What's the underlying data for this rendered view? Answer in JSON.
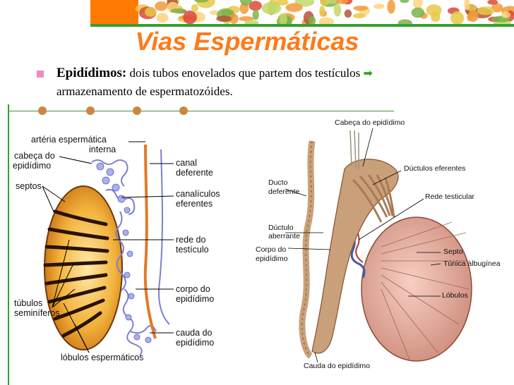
{
  "slide": {
    "title": "Vias Espermáticas",
    "bullet_term": "Epidídimos:",
    "bullet_text": "dois tubos enovelados que partem dos testículos",
    "bullet_text_line2": "armazenamento de espermatozóides.",
    "arrow_glyph": "➡"
  },
  "left_figure": {
    "labels": {
      "arteria": "artéria espermática",
      "interna": "interna",
      "cabeca": "cabeça do",
      "epididimo1": "epidídimo",
      "septos": "septos",
      "tubulos": "túbulos",
      "seminiferos": "seminíferos",
      "lobulos": "lóbulos espermáticos",
      "canal": "canal",
      "deferente": "deferente",
      "canaliculos": "canalículos",
      "eferentes": "eferentes",
      "rede": "rede do",
      "testiculo": "testículo",
      "corpo": "corpo do",
      "epididimo2": "epidídimo",
      "cauda": "cauda do",
      "epididimo3": "epidídimo"
    }
  },
  "right_figure": {
    "labels": {
      "cabeca": "Cabeça do epidídimo",
      "ductulos": "Dúctulos eferentes",
      "ducto": "Ducto",
      "deferente": "deferente",
      "rede": "Rede testicular",
      "ductulo": "Dúctulo",
      "aberrante": "aberrante",
      "corpo": "Corpo do",
      "epididimo": "epidídimo",
      "septo": "Septo",
      "tunica": "Túnica albugínea",
      "lobulos": "Lóbulos",
      "cauda": "Cauda do epidídimo"
    }
  }
}
